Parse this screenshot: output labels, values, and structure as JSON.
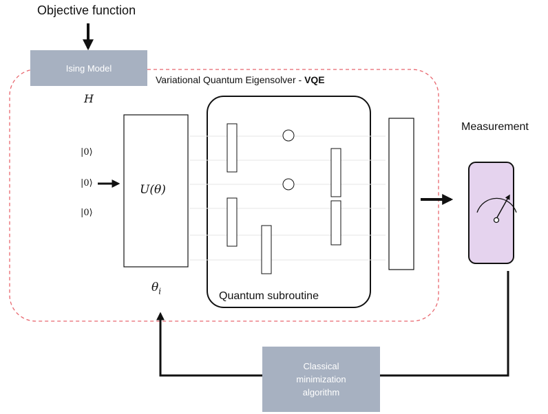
{
  "objective": {
    "title": "Objective function"
  },
  "ising": {
    "label": "Ising Model",
    "symbol": "H"
  },
  "vqe": {
    "title_prefix": "Variational Quantum Eigensolver - ",
    "title_bold": "VQE"
  },
  "inputs": {
    "kets": [
      "|0⟩",
      "|0⟩",
      "|0⟩"
    ]
  },
  "ansatz": {
    "label": "U(θ)",
    "param_label": "θ",
    "param_subscript": "i"
  },
  "quantum": {
    "label": "Quantum subroutine"
  },
  "measurement": {
    "title": "Measurement"
  },
  "classical": {
    "label_lines": [
      "Classical",
      "minimization",
      "algorithm"
    ]
  },
  "colors": {
    "ising_fill": "#a7b1c1",
    "vqe_border": "#e8666e",
    "meter_fill": "#e5d3ee",
    "arrow": "#111111"
  }
}
